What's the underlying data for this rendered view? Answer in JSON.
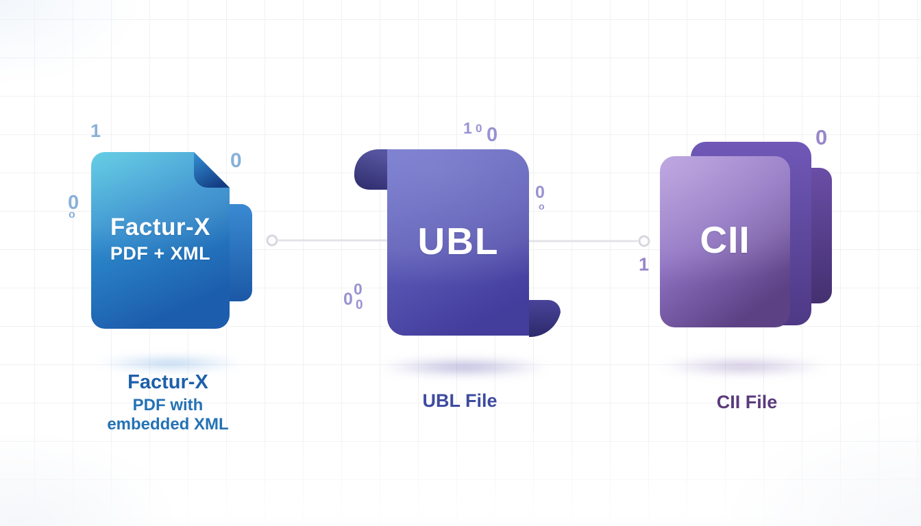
{
  "nodes": [
    {
      "id": "facturx",
      "icon": "facturx-document-icon",
      "icon_title": "Factur-X",
      "icon_subtitle": "PDF + XML",
      "caption_line1": "Factur-X",
      "caption_line2": "PDF with",
      "caption_line3": "embedded XML"
    },
    {
      "id": "ubl",
      "icon": "ubl-scroll-icon",
      "icon_label": "UBL",
      "caption": "UBL File"
    },
    {
      "id": "cii",
      "icon": "cii-stack-icon",
      "icon_label": "CII",
      "caption": "CII File"
    }
  ],
  "decor": {
    "binary_digits": [
      {
        "char": "1"
      },
      {
        "char": "0"
      },
      {
        "char": "0"
      },
      {
        "char": "o"
      },
      {
        "char": "1"
      },
      {
        "char": "0"
      },
      {
        "char": "0"
      },
      {
        "char": "0"
      },
      {
        "char": "o"
      },
      {
        "char": "0"
      },
      {
        "char": "0"
      },
      {
        "char": "0"
      },
      {
        "char": "0"
      },
      {
        "char": "1"
      }
    ]
  },
  "colors": {
    "facturx_gradient_top": "#4ac5e0",
    "facturx_gradient_bottom": "#1c5dad",
    "ubl_gradient_top": "#6b6fca",
    "ubl_gradient_bottom": "#433d9c",
    "cii_front_top": "#b49adc",
    "cii_front_bottom": "#5d4185",
    "facturx_caption": "#1d5fa9",
    "ubl_caption": "#3d4ba0",
    "cii_caption": "#5b3a7c",
    "digit_blue": "#7ca8d4",
    "digit_indigo": "#8d87ce",
    "digit_purple": "#8f7ac4",
    "connector": "#e3e3e8"
  }
}
